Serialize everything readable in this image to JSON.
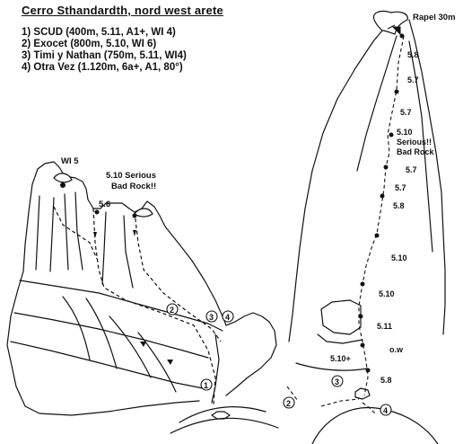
{
  "title": "Cerro Sthandardth, nord west arete",
  "routes": [
    "1) SCUD (400m, 5.11, A1+, WI 4)",
    "2) Exocet (800m, 5.10, WI 6)",
    "3) Timi y Nathan (750m, 5.11, WI4)",
    "4) Otra Vez (1.120m, 6a+, A1, 80°)"
  ],
  "left_topo": {
    "labels": {
      "wi5": "WI 5",
      "serious": "5.10 Serious",
      "bad_rock": "Bad Rock!!",
      "pitch_56": "5.6"
    },
    "route_markers": [
      "1",
      "2",
      "3",
      "4"
    ]
  },
  "right_topo": {
    "rapel": "Rapel 30m",
    "serious_1": "5.10",
    "serious_2": "Serious!!",
    "serious_3": "Bad Rock",
    "ow": "o.w",
    "pitch_grades": [
      "5.8",
      "5.7",
      "5.7",
      "5.7",
      "5.7",
      "5.8",
      "5.10",
      "5.10",
      "5.11",
      "5.10+",
      "5.8"
    ],
    "route_markers": [
      "2",
      "3",
      "4"
    ]
  }
}
